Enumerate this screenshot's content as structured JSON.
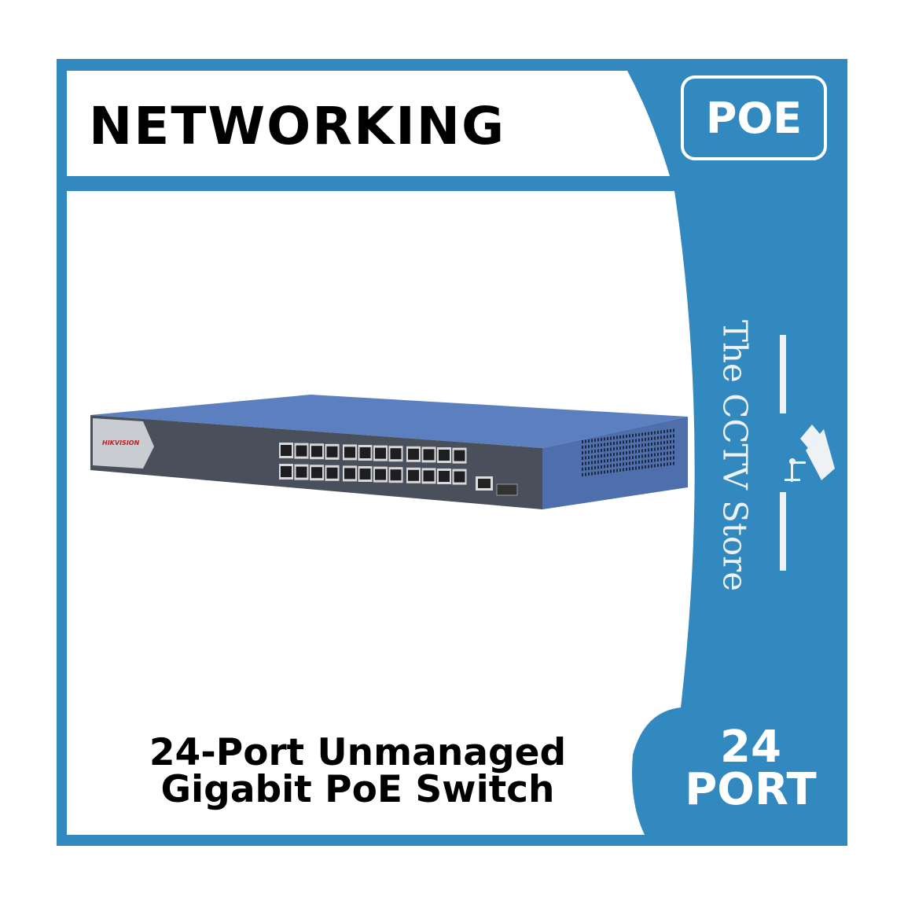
{
  "header": {
    "title": "NETWORKING",
    "badge": "POE"
  },
  "product": {
    "line1": "24-Port Unmanaged",
    "line2": "Gigabit PoE Switch",
    "brand": "HIKVISION",
    "port_count": 24
  },
  "port_badge": {
    "number": "24",
    "label": "PORT"
  },
  "store": {
    "name": "The CCTV Store"
  },
  "colors": {
    "accent": "#3289c0",
    "white": "#ffffff",
    "switch_body": "#4f6fa8",
    "switch_front": "#4a4f5c"
  }
}
